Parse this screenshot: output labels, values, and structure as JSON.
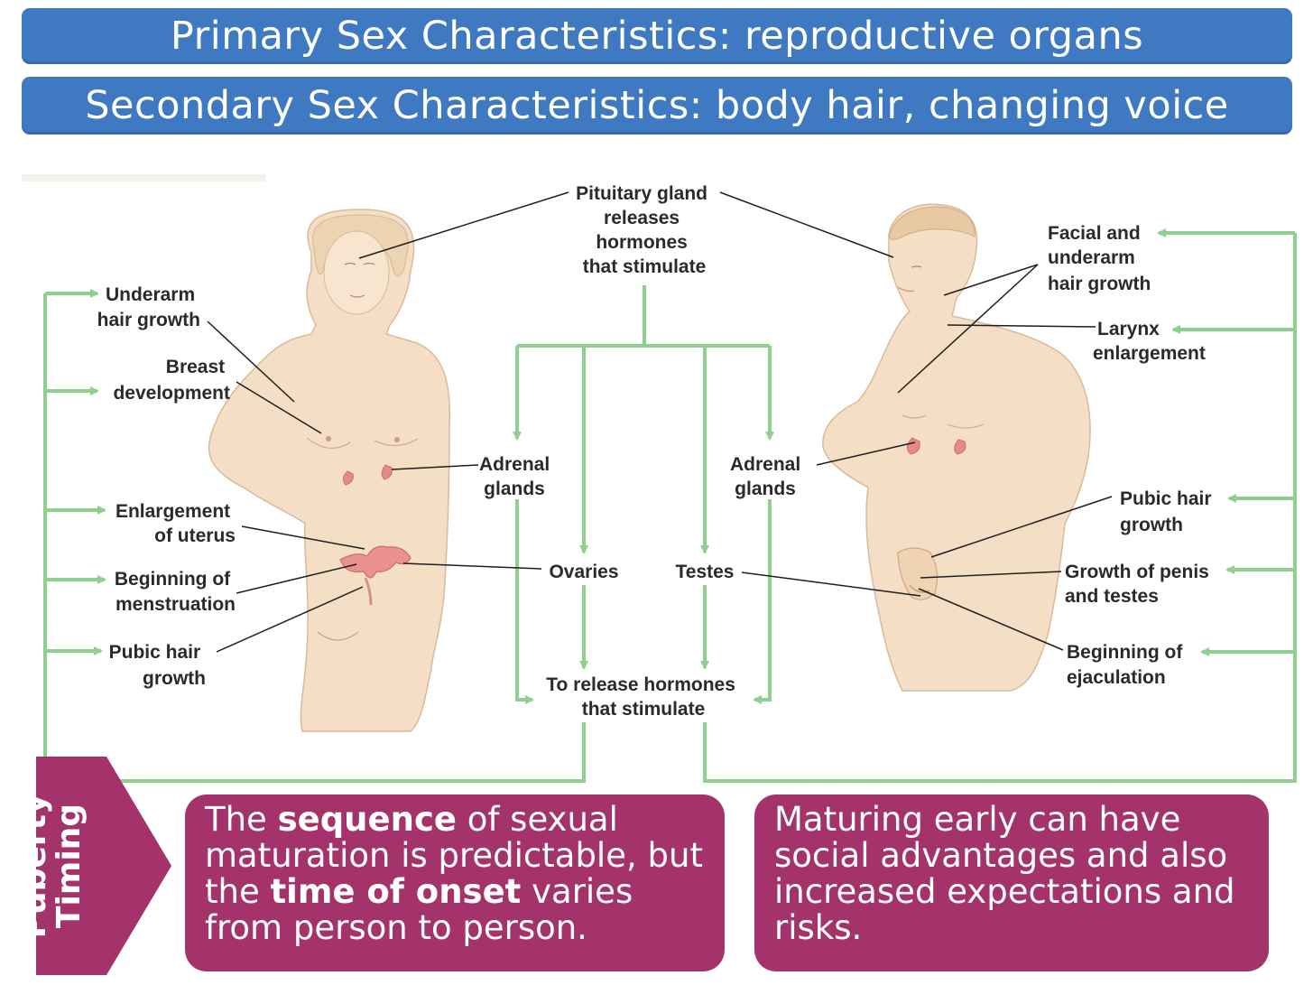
{
  "banners": {
    "primary": "Primary Sex Characteristics: reproductive organs",
    "secondary": "Secondary Sex Characteristics: body hair, changing voice"
  },
  "diagram": {
    "center": {
      "pituitary": [
        "Pituitary gland",
        "releases",
        "hormones",
        "that stimulate"
      ],
      "adrenal_left": [
        "Adrenal",
        "glands"
      ],
      "adrenal_right": [
        "Adrenal",
        "glands"
      ],
      "ovaries": "Ovaries",
      "testes": "Testes",
      "release": [
        "To release hormones",
        "that stimulate"
      ]
    },
    "female": {
      "underarm": [
        "Underarm",
        "hair growth"
      ],
      "breast": [
        "Breast",
        "development"
      ],
      "uterus": [
        "Enlargement",
        "of uterus"
      ],
      "menstruation": [
        "Beginning of",
        "menstruation"
      ],
      "pubic": [
        "Pubic hair",
        "growth"
      ]
    },
    "male": {
      "facial": [
        "Facial and",
        "underarm",
        "hair growth"
      ],
      "larynx": [
        "Larynx",
        "enlargement"
      ],
      "pubic": [
        "Pubic hair",
        "growth"
      ],
      "penis": [
        "Growth of penis",
        "and testes"
      ],
      "ejaculation": [
        "Beginning of",
        "ejaculation"
      ]
    }
  },
  "puberty": {
    "chevron_lines": [
      "Puberty",
      "Timing"
    ],
    "box1": [
      {
        "t": "The ",
        "b": false
      },
      {
        "t": "sequence",
        "b": true
      },
      {
        "t": " of sexual maturation is predictable, but the ",
        "b": false
      },
      {
        "t": "time of onset",
        "b": true
      },
      {
        "t": " varies from person to person.",
        "b": false
      }
    ],
    "box2": "Maturing early can have social advantages and also increased expectations and risks."
  },
  "colors": {
    "banner": "#3f79c1",
    "puberty": "#a3336a",
    "arrow_green": "#8fd08f",
    "skin": "#f3dcc0",
    "organ": "#e48a8a"
  }
}
